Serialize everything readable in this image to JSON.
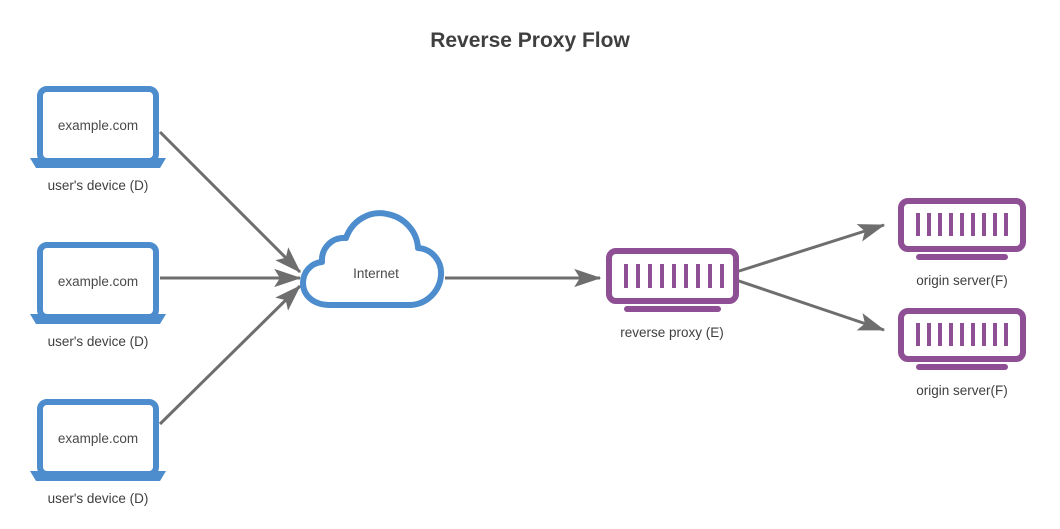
{
  "diagram": {
    "title": "Reverse Proxy Flow",
    "background_color": "#ffffff",
    "colors": {
      "client_blue": "#4d8dcd",
      "server_purple": "#8e4f94",
      "arrow_gray": "#6e6e6e",
      "text_dark": "#3f3f3f",
      "text_body": "#4a4a4a"
    },
    "clients": [
      {
        "id": "client-1",
        "icon": "laptop-icon",
        "screen_text": "example.com",
        "label": "user's device (D)"
      },
      {
        "id": "client-2",
        "icon": "laptop-icon",
        "screen_text": "example.com",
        "label": "user's device (D)"
      },
      {
        "id": "client-3",
        "icon": "laptop-icon",
        "screen_text": "example.com",
        "label": "user's device (D)"
      }
    ],
    "cloud": {
      "id": "internet-cloud",
      "icon": "cloud-icon",
      "label": "Internet"
    },
    "proxy": {
      "id": "reverse-proxy",
      "icon": "server-icon",
      "label": "reverse proxy (E)",
      "bar_count": 9
    },
    "origins": [
      {
        "id": "origin-1",
        "icon": "server-icon",
        "label": "origin server(F)",
        "bar_count": 9
      },
      {
        "id": "origin-2",
        "icon": "server-icon",
        "label": "origin server(F)",
        "bar_count": 9
      }
    ],
    "connections": [
      {
        "id": "client1-to-cloud",
        "from": "client-1",
        "to": "internet-cloud",
        "style": "arrow"
      },
      {
        "id": "client2-to-cloud",
        "from": "client-2",
        "to": "internet-cloud",
        "style": "arrow"
      },
      {
        "id": "client3-to-cloud",
        "from": "client-3",
        "to": "internet-cloud",
        "style": "arrow"
      },
      {
        "id": "cloud-to-proxy",
        "from": "internet-cloud",
        "to": "reverse-proxy",
        "style": "arrow"
      },
      {
        "id": "proxy-to-origin1",
        "from": "reverse-proxy",
        "to": "origin-1",
        "style": "arrow"
      },
      {
        "id": "proxy-to-origin2",
        "from": "reverse-proxy",
        "to": "origin-2",
        "style": "arrow"
      }
    ]
  }
}
